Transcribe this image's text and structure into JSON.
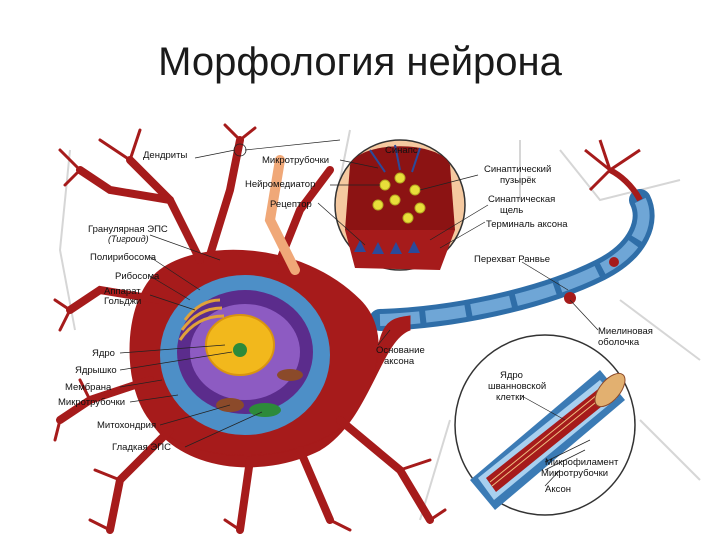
{
  "slide": {
    "title": "Морфология нейрона"
  },
  "labels": {
    "dendrites": "Дендриты",
    "microtubules_top": "Микротрубочки",
    "neurotransmitter": "Нейромедиатор",
    "receptor": "Рецептор",
    "synapse": "Синапс",
    "synaptic_vesicle_1": "Синаптический",
    "synaptic_vesicle_2": "пузырёк",
    "synaptic_cleft_1": "Синаптическая",
    "synaptic_cleft_2": "щель",
    "axon_terminal": "Терминаль аксона",
    "rough_er_1": "Гранулярная ЭПС",
    "rough_er_2": "(Тигроид)",
    "polyribosome": "Полирибосома",
    "ribosome": "Рибосома",
    "golgi_1": "Аппарат",
    "golgi_2": "Гольджи",
    "node_ranvier": "Перехват Ранвье",
    "myelin_1": "Миелиновая",
    "myelin_2": "оболочка",
    "axon_hillock_1": "Основание",
    "axon_hillock_2": "аксона",
    "nucleus": "Ядро",
    "nucleolus": "Ядрышко",
    "membrane": "Мембрана",
    "microtubules_left": "Микротрубочки",
    "mitochondria": "Митохондрия",
    "smooth_er": "Гладкая ЭПС",
    "schwann_nucleus_1": "Ядро",
    "schwann_nucleus_2": "шванновской",
    "schwann_nucleus_3": "клетки",
    "microfilament": "Микрофиламент",
    "microtubules_inset": "Микротрубочки",
    "axon": "Аксон"
  },
  "colors": {
    "neuron_body": "#a61b1b",
    "dendrite_faint": "#d9d9d9",
    "nucleus_fill": "#f2b81c",
    "cytoplasm": "#4d8fc7",
    "er_purple": "#5b2c8c",
    "myelin": "#3b7bb5",
    "synapse_bg": "#f5c9a0"
  }
}
